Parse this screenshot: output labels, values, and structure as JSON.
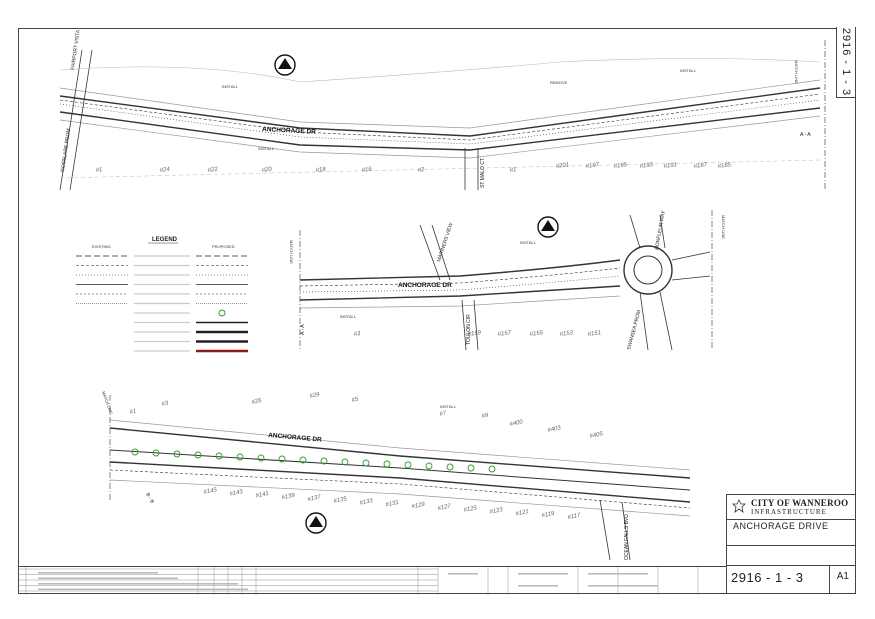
{
  "sheet": {
    "corner_number": "2916 - 1 - 3",
    "north_label": "MATCH LINE"
  },
  "plan_top": {
    "road": "ANCHORAGE DR",
    "streets": [
      "FAIRPORT VISTA",
      "ROSSLARE PROM",
      "ST MALO CT"
    ],
    "notes": [
      "INSTALL",
      "REMOVE",
      "INSTALL",
      "INSTALL"
    ],
    "lots": [
      "#1",
      "#24",
      "#22",
      "#20",
      "#18",
      "#16",
      "#2",
      "#1",
      "#201",
      "#197",
      "#195",
      "#193",
      "#191",
      "#187",
      "#185"
    ],
    "section_label": "A - A"
  },
  "plan_mid": {
    "road": "ANCHORAGE DR",
    "streets": [
      "MARINERS VIEW",
      "TOULON CIR",
      "SWANSEA PROM",
      "HONFLEUR WAY"
    ],
    "notes": [
      "INSTALL",
      "INSTALL"
    ],
    "lots": [
      "#3",
      "#159",
      "#157",
      "#155",
      "#153",
      "#151"
    ],
    "match_lines": [
      "MATCH LINE",
      "MATCH LINE"
    ],
    "section_label": "A - A"
  },
  "plan_bottom": {
    "road": "ANCHORAGE DR",
    "streets": [
      "OCEAN FALLS BVD"
    ],
    "notes": [
      "INSTALL"
    ],
    "lots_top": [
      "#1",
      "#3",
      "#25",
      "#29",
      "#5",
      "#7",
      "#9",
      "#400",
      "#403",
      "#405"
    ],
    "lots_bottom": [
      "#145",
      "#143",
      "#141",
      "#139",
      "#137",
      "#135",
      "#133",
      "#131",
      "#129",
      "#127",
      "#125",
      "#123",
      "#121",
      "#119",
      "#117"
    ],
    "match_lines": [
      "MATCH LINE"
    ],
    "section_label": "B - B"
  },
  "legend": {
    "title": "LEGEND",
    "col_existing": "EXISTING",
    "col_proposed": "PROPOSED"
  },
  "title_block": {
    "org_name": "CITY OF WANNEROO",
    "org_sub": "INFRASTRUCTURE",
    "project": "ANCHORAGE DRIVE",
    "drawing_number": "2916 - 1 - 3",
    "sheet_size": "A1"
  },
  "colors": {
    "line": "#333333",
    "red_asphalt": "#8b1a1a",
    "tree": "#2e9e2e"
  }
}
